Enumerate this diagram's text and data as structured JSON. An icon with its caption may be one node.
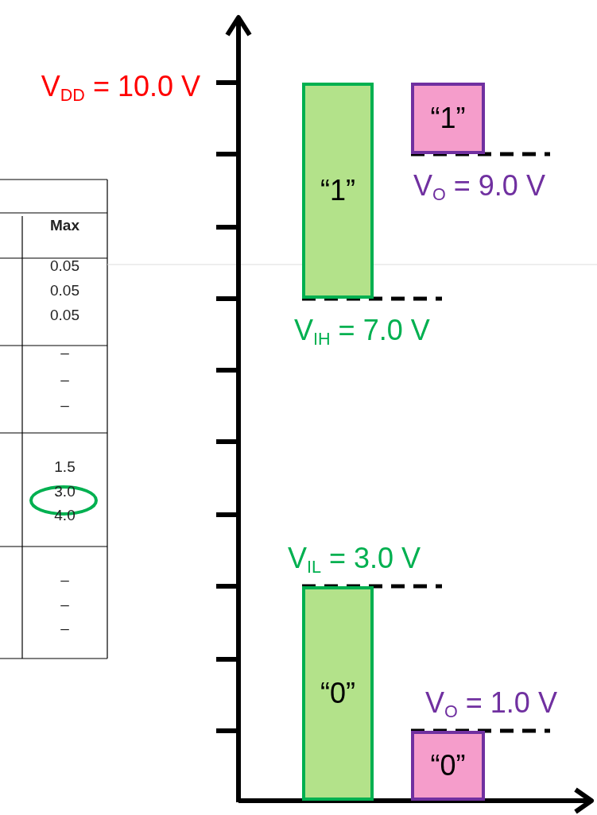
{
  "diagram": {
    "nodes": [
      {
        "text": [
          "“1”"
        ],
        "beside": [
          "V$_{IH}$ = 7.0 V"
        ]
      },
      {
        "text": [
          "“1”"
        ],
        "beside": [
          "V$_{O}$ = 9.0 V"
        ]
      },
      {
        "text": [
          "“0”"
        ],
        "beside": [
          "V$_{IL}$ = 3.0 V"
        ]
      },
      {
        "text": [
          "“0”"
        ],
        "beside": [
          "V$_{O}$ = 1.0 V"
        ]
      }
    ],
    "edges": [],
    "labels": [
      "V$_{DD}$ = 10.0 V",
      "Max",
      "0.05",
      "0.05",
      "0.05",
      "–",
      "–",
      "–",
      "1.5",
      "3.0",
      "4.0",
      "–",
      "–",
      "–"
    ]
  }
}
